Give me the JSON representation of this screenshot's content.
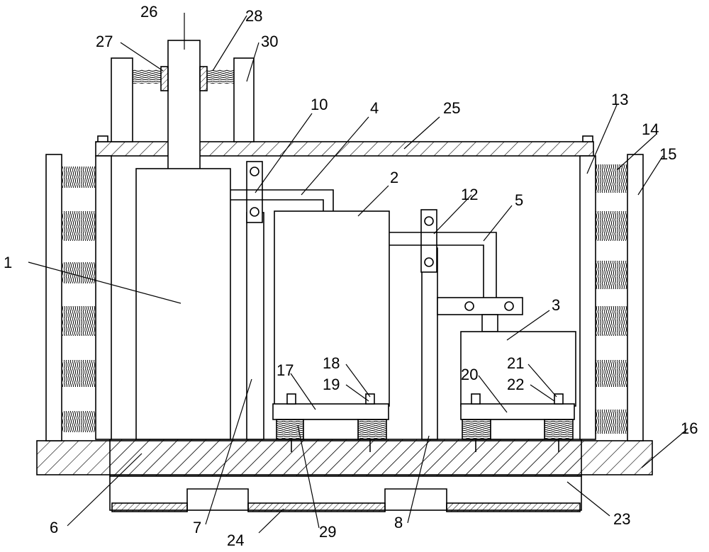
{
  "figure": {
    "labels": [
      "1",
      "2",
      "3",
      "4",
      "5",
      "6",
      "7",
      "8",
      "10",
      "12",
      "13",
      "14",
      "15",
      "16",
      "17",
      "18",
      "19",
      "20",
      "21",
      "22",
      "23",
      "24",
      "25",
      "26",
      "27",
      "28",
      "29",
      "30"
    ]
  }
}
